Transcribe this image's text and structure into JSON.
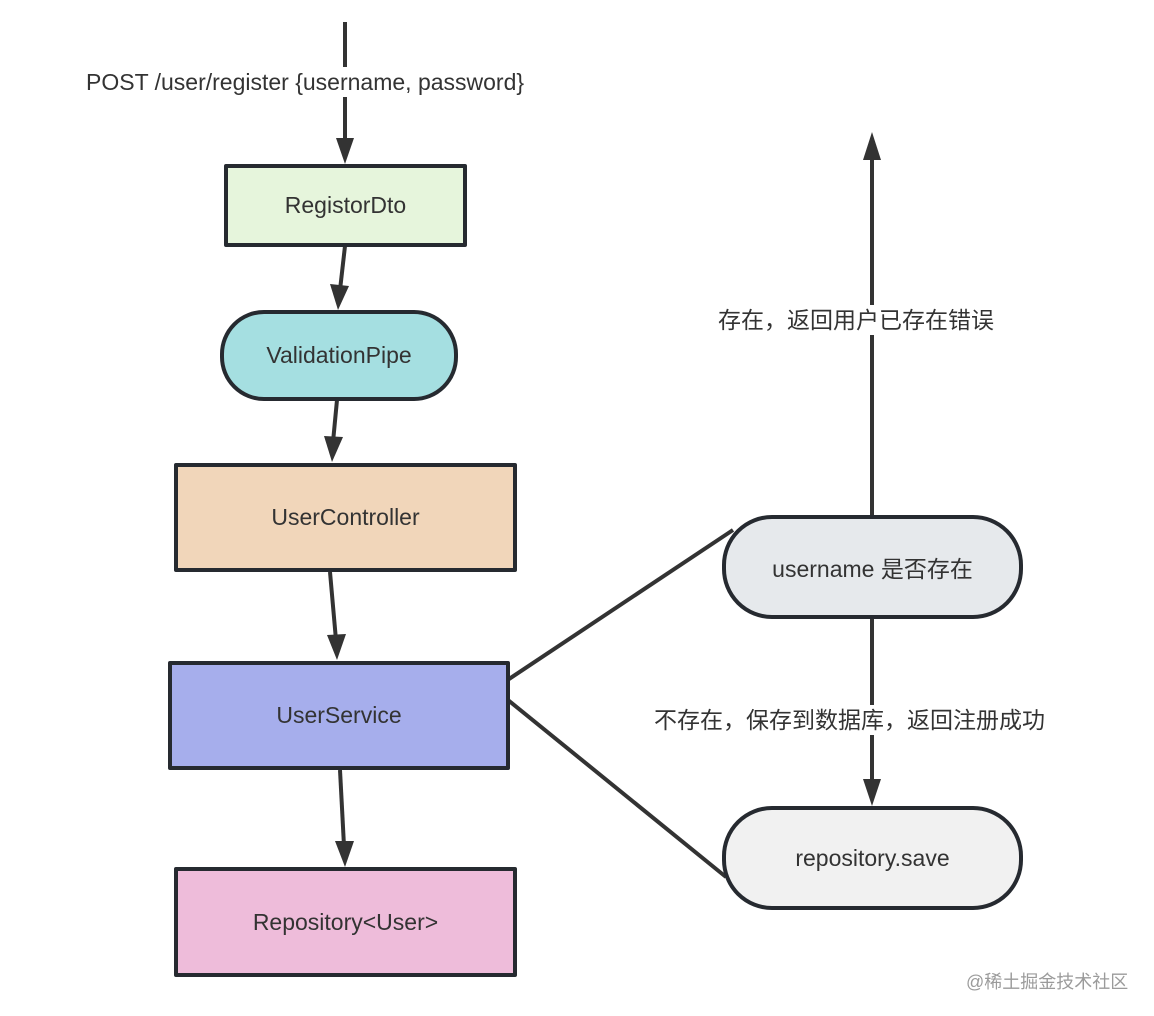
{
  "diagram": {
    "entry_label": "POST /user/register {username, password}",
    "nodes": [
      {
        "id": "registor-dto",
        "label": "RegistorDto",
        "shape": "rect",
        "fill": "#e6f5dc"
      },
      {
        "id": "validation-pipe",
        "label": "ValidationPipe",
        "shape": "pill",
        "fill": "#a5dfe1"
      },
      {
        "id": "user-controller",
        "label": "UserController",
        "shape": "rect",
        "fill": "#f1d6ba"
      },
      {
        "id": "user-service",
        "label": "UserService",
        "shape": "rect",
        "fill": "#a6aeec"
      },
      {
        "id": "repository-user",
        "label": "Repository<User>",
        "shape": "rect",
        "fill": "#eebcda"
      },
      {
        "id": "username-exists",
        "label": "username 是否存在",
        "shape": "pill",
        "fill": "#e6e9ec"
      },
      {
        "id": "repository-save",
        "label": "repository.save",
        "shape": "pill",
        "fill": "#f1f1f1"
      }
    ],
    "edges": [
      {
        "from": "entry",
        "to": "registor-dto",
        "label": "POST /user/register {username, password}"
      },
      {
        "from": "registor-dto",
        "to": "validation-pipe"
      },
      {
        "from": "validation-pipe",
        "to": "user-controller"
      },
      {
        "from": "user-controller",
        "to": "user-service"
      },
      {
        "from": "user-service",
        "to": "repository-user"
      },
      {
        "from": "user-service",
        "to": "username-exists",
        "style": "line"
      },
      {
        "from": "user-service",
        "to": "repository-save",
        "style": "line"
      },
      {
        "from": "username-exists",
        "to": "exit",
        "label": "存在，返回用户已存在错误"
      },
      {
        "from": "username-exists",
        "to": "repository-save",
        "label": "不存在，保存到数据库，返回注册成功"
      }
    ],
    "exists_label": "存在，返回用户已存在错误",
    "not_exists_label": "不存在，保存到数据库，返回注册成功",
    "line_color": "#333333",
    "border_color": "#262a30"
  },
  "watermark": "@稀土掘金技术社区"
}
